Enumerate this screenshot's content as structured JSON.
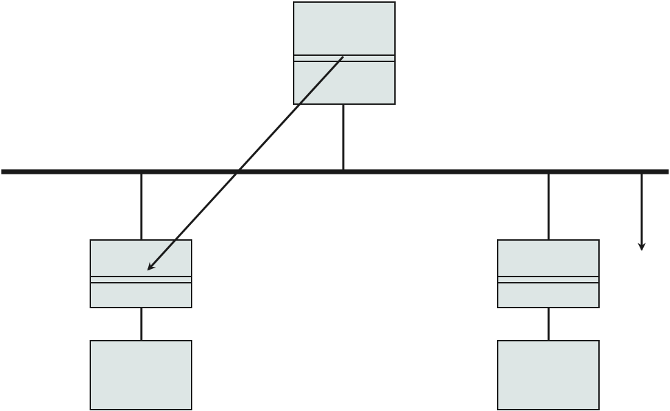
{
  "colors": {
    "box_fill": "#dde6e5",
    "stroke": "#1a1a1a",
    "background": "#ffffff"
  },
  "diagram": {
    "type": "bus-network",
    "nodes": [
      {
        "id": "top-node",
        "kind": "split-box",
        "attached_to": "bus"
      },
      {
        "id": "left-node",
        "kind": "split-box",
        "attached_to": "bus"
      },
      {
        "id": "right-node",
        "kind": "split-box",
        "attached_to": "bus"
      },
      {
        "id": "left-device",
        "kind": "plain-box",
        "attached_to": "left-node"
      },
      {
        "id": "right-device",
        "kind": "plain-box",
        "attached_to": "right-node"
      }
    ],
    "arrows": [
      {
        "from": "top-node",
        "to": "left-node"
      },
      {
        "from": "bus",
        "to": "off-diagram"
      }
    ]
  }
}
